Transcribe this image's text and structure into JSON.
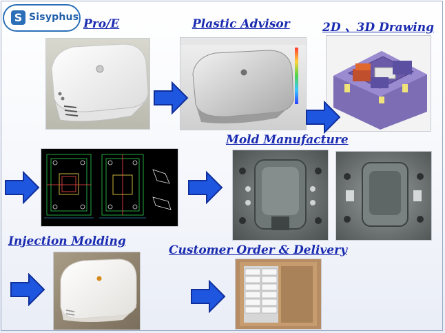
{
  "logo": {
    "text": "Sisyphus"
  },
  "steps": {
    "proe": "Pro/E",
    "plastic_advisor": "Plastic Advisor",
    "drawing": "2D 、3D Drawing",
    "mold_manufacture": "Mold Manufacture",
    "injection_molding": "Injection Molding",
    "customer": "Customer Order & Delivery"
  },
  "colors": {
    "label": "#1a2bb0",
    "arrow_fill": "#1f56e0",
    "arrow_stroke": "#102f9a",
    "logo": "#2a6fb8"
  }
}
